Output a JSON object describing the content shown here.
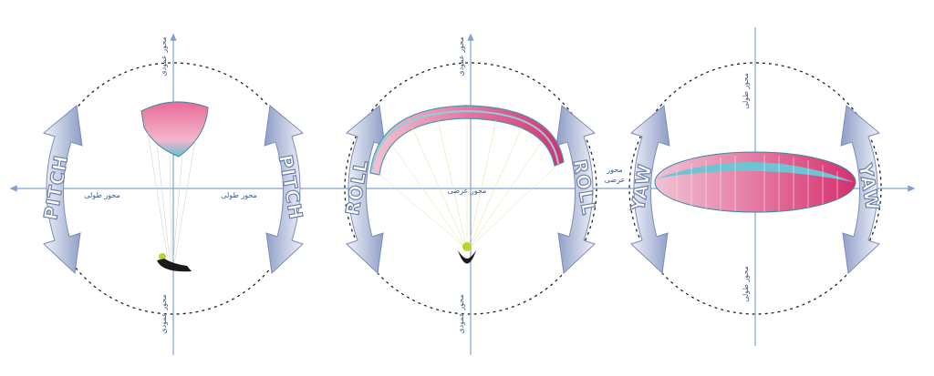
{
  "panels": {
    "pitch": {
      "rotation_label": "PITCH",
      "axis_vertical": "محور عمودی",
      "axis_horizontal": "محور طولی"
    },
    "roll": {
      "rotation_label": "ROLL",
      "axis_vertical": "محور عمودی",
      "axis_horizontal": "محور عرضی"
    },
    "yaw": {
      "rotation_label": "YAW",
      "axis_vertical": "محور طولی",
      "axis_horizontal_line1": "محور",
      "axis_horizontal_line2": "عرضی"
    }
  },
  "colors": {
    "axis": "#7fa3d0",
    "arrow_fill_light": "#e8ecf5",
    "arrow_fill_dark": "#8f9fc6",
    "wing_pink": "#e05c8e",
    "wing_teal": "#5bb7c7",
    "pilot_green": "#b8d430"
  }
}
